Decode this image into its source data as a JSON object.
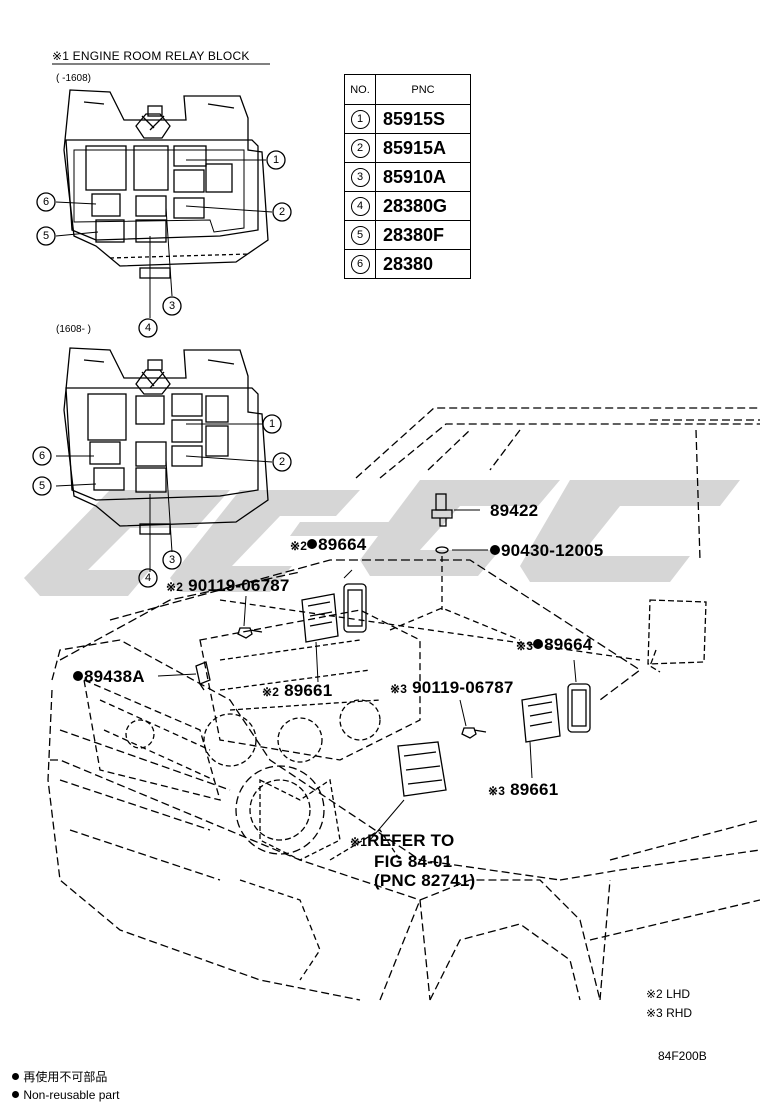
{
  "header": {
    "title": "※1 ENGINE ROOM RELAY BLOCK",
    "range_early": "(      -1608)",
    "range_late": "(1608-      )"
  },
  "table": {
    "col_no": "NO.",
    "col_pnc": "PNC",
    "rows": [
      {
        "no": "1",
        "pnc": "85915S"
      },
      {
        "no": "2",
        "pnc": "85915A"
      },
      {
        "no": "3",
        "pnc": "85910A"
      },
      {
        "no": "4",
        "pnc": "28380G"
      },
      {
        "no": "5",
        "pnc": "28380F"
      },
      {
        "no": "6",
        "pnc": "28380"
      }
    ]
  },
  "relay_callouts": [
    "1",
    "2",
    "3",
    "4",
    "5",
    "6"
  ],
  "parts": {
    "p89422": "89422",
    "p90430": "90430-12005",
    "p89664_lhd": "89664",
    "p89664_lhd_prefix": "※2",
    "p90119_lhd": "90119-06787",
    "p90119_lhd_prefix": "※2",
    "p89438a": "89438A",
    "p89661_lhd": "89661",
    "p89661_lhd_prefix": "※2",
    "p89664_rhd": "89664",
    "p89664_rhd_prefix": "※3",
    "p90119_rhd": "90119-06787",
    "p90119_rhd_prefix": "※3",
    "p89661_rhd": "89661",
    "p89661_rhd_prefix": "※3",
    "refer_prefix": "※1",
    "refer_line1": "REFER TO",
    "refer_line2": "FIG 84-01",
    "refer_line3": "(PNC 82741)"
  },
  "legend": {
    "lhd": "※2 LHD",
    "rhd": "※3 RHD",
    "figure_code": "84F200B",
    "nonreusable_jp": "再使用不可部品",
    "nonreusable_en": "Non-reusable part"
  },
  "colors": {
    "line": "#000000",
    "watermark": "#d4d4d4",
    "background": "#ffffff"
  }
}
